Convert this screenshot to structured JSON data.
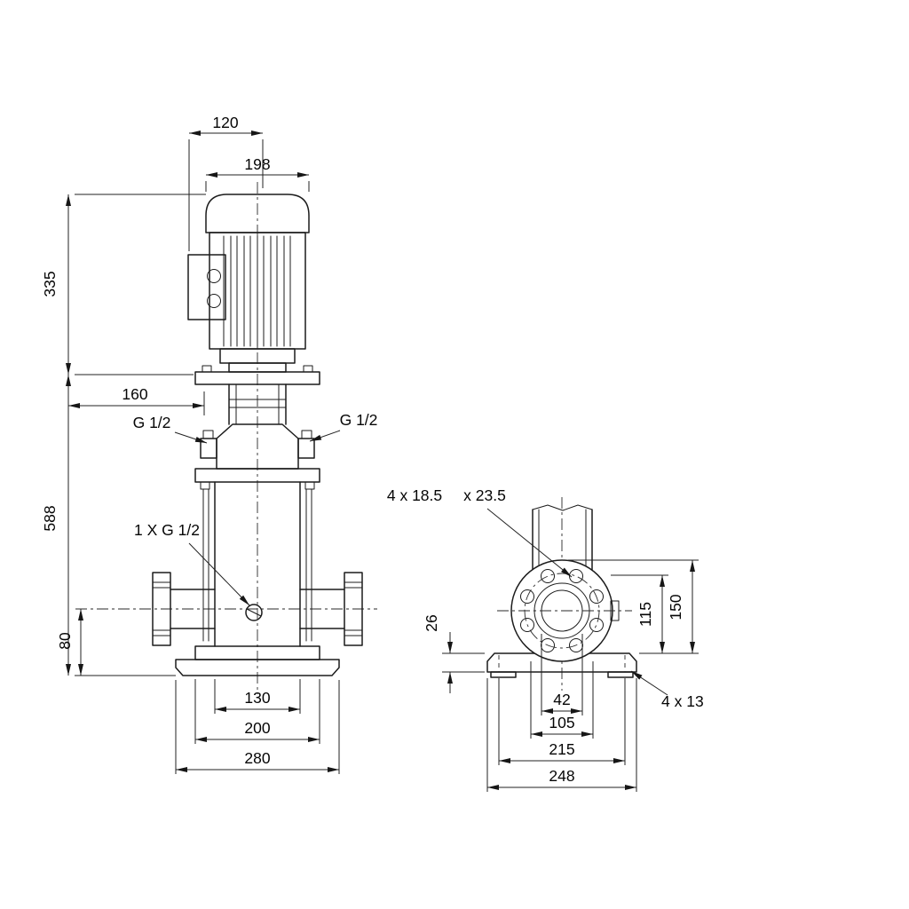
{
  "front_view": {
    "dims": {
      "top_width": "120",
      "motor_width": "198",
      "motor_height": "335",
      "clearance": "160",
      "pump_height": "588",
      "port_height": "80",
      "inner_base_width": "130",
      "bolt_span": "200",
      "base_width": "280"
    },
    "labels": {
      "vent_left": "G 1/2",
      "vent_right": "G 1/2",
      "drain": "1 X G 1/2"
    }
  },
  "side_view": {
    "dims": {
      "hole_height": "115",
      "flange_height": "150",
      "base_thickness": "26",
      "bore": "42",
      "bolt_circle": "105",
      "base_hole_span": "215",
      "base_depth": "248"
    },
    "labels": {
      "flange_holes": "4 x 18.5",
      "flange_holes_depth": "x 23.5",
      "base_holes": "4 x 13"
    }
  }
}
